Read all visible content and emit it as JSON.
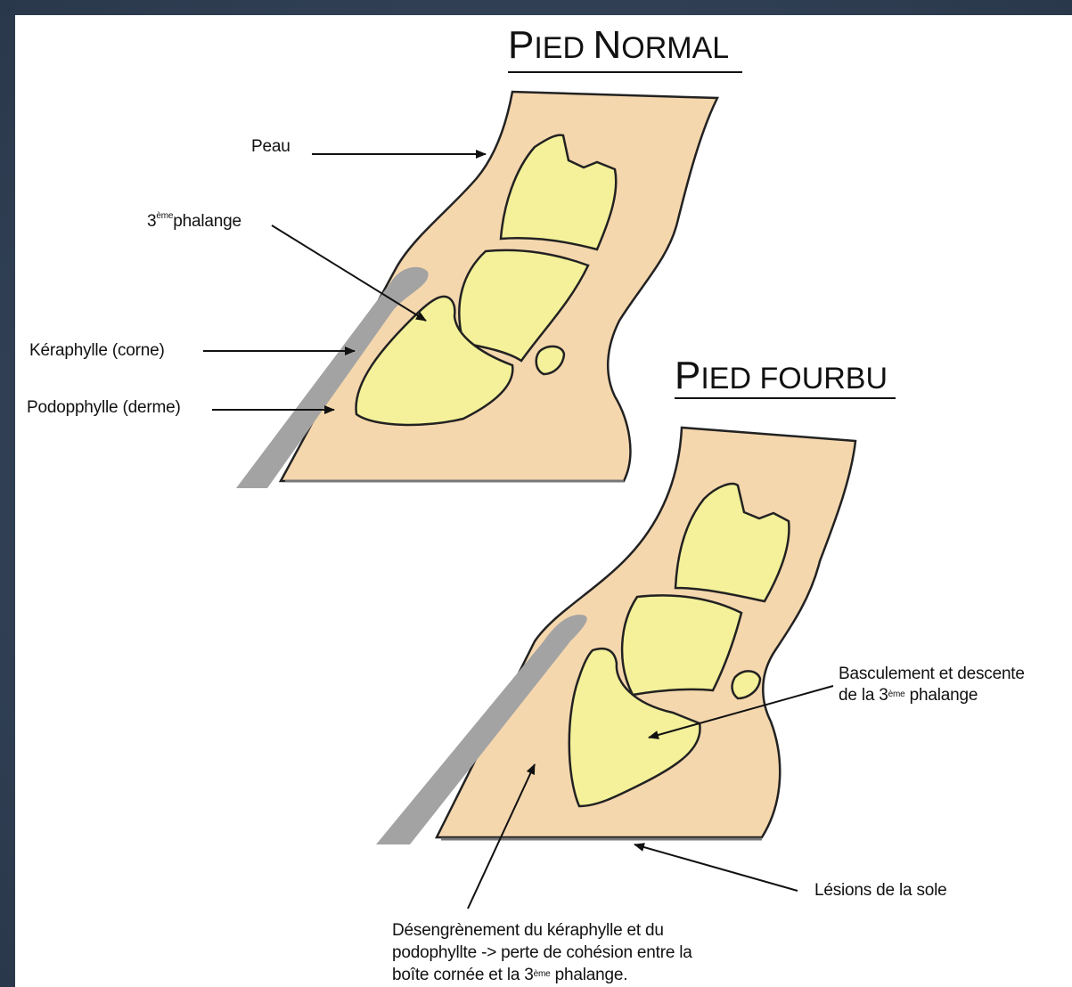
{
  "titles": {
    "normal": {
      "cap1": "P",
      "rest1": "IED ",
      "cap2": "N",
      "rest2": "ORMAL"
    },
    "fourbu": {
      "cap1": "P",
      "rest1": "IED FOURBU"
    }
  },
  "labels": {
    "peau": "Peau",
    "phalange_pre": "3",
    "phalange_sup": "ème",
    "phalange_post": "phalange",
    "keraphylle": "Kéraphylle (corne)",
    "podophylle": "Podopphylle (derme)",
    "bascule_line1": "Basculement et descente",
    "bascule_line2_pre": "de la 3",
    "bascule_sup": "ème",
    "bascule_line2_post": " phalange",
    "lesions": "Lésions de la sole",
    "desengr_line1": "Désengrènement du kéraphylle et du",
    "desengr_line2": "podophyllte -> perte de cohésion entre la",
    "desengr_line3_pre": "boîte cornée et la 3",
    "desengr_sup": "ème",
    "desengr_line3_post": " phalange."
  },
  "colors": {
    "skin": "#f5d7ae",
    "bone": "#f4f19a",
    "horn": "#a3a3a3",
    "outline": "#222222",
    "background_frame": "#2f3e52"
  }
}
